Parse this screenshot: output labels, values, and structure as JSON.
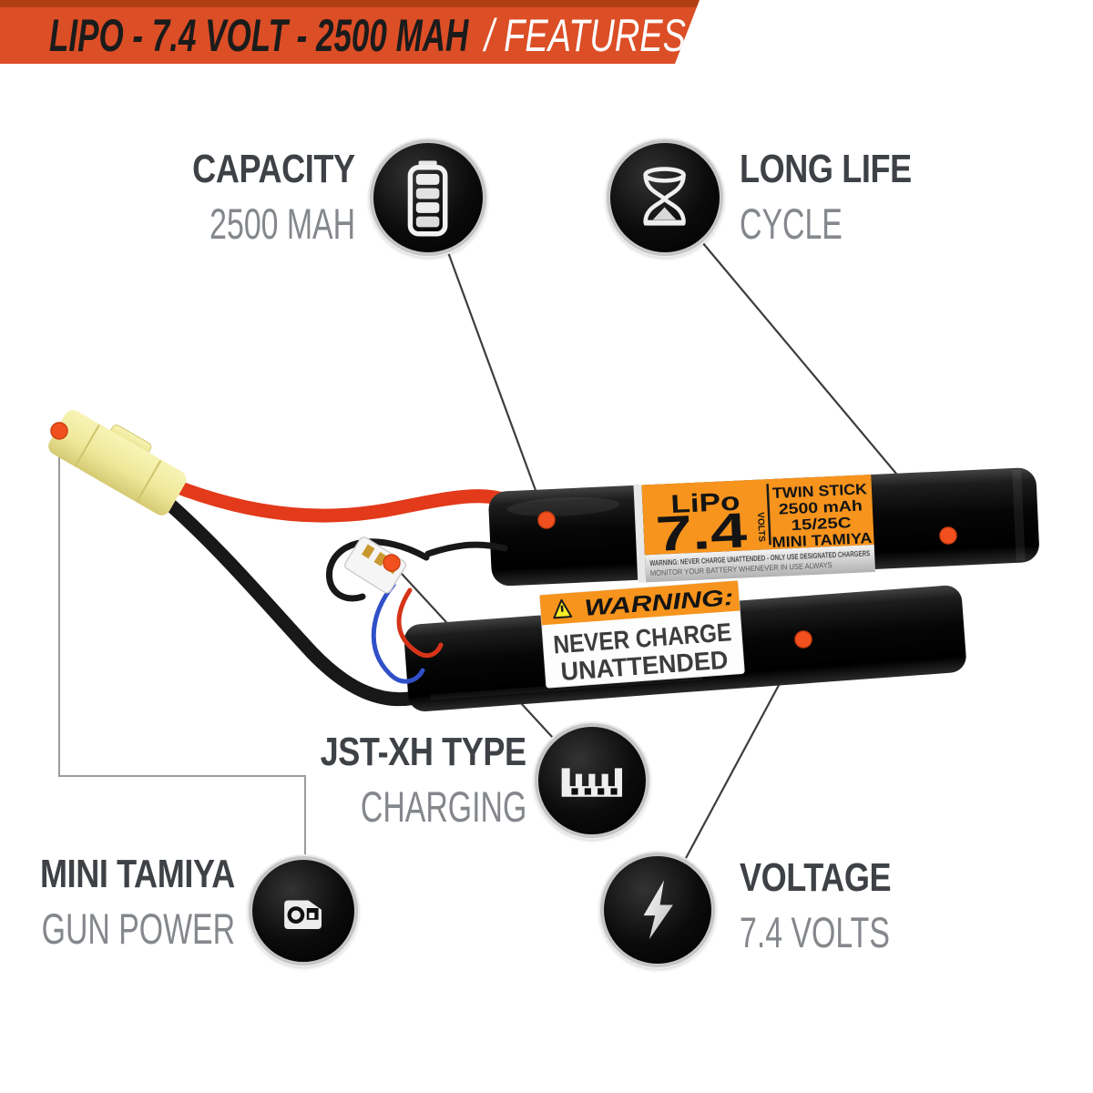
{
  "banner": {
    "title": "LIPO - 7.4 VOLT - 2500 MAH",
    "tag": "/ FEATURES",
    "bg_color": "#dc4e26",
    "top_strip_color": "#b13f16",
    "title_color": "#1b1b1b",
    "tag_color": "#ffffff"
  },
  "features": {
    "capacity": {
      "title": "CAPACITY",
      "subtitle": "2500 MAH",
      "icon": "battery-icon"
    },
    "long_life": {
      "title": "LONG LIFE",
      "subtitle": "CYCLE",
      "icon": "hourglass-icon"
    },
    "jst": {
      "title": "JST-XH TYPE",
      "subtitle": "CHARGING",
      "icon": "jst-connector-icon"
    },
    "mini_tamiya": {
      "title": "MINI TAMIYA",
      "subtitle": "GUN POWER",
      "icon": "tamiya-connector-icon"
    },
    "voltage": {
      "title": "VOLTAGE",
      "subtitle": "7.4 VOLTS",
      "icon": "lightning-bolt-icon"
    }
  },
  "battery": {
    "label": {
      "brand": "LiPo",
      "volts_big": "7.4",
      "volts_side": "VOLTS",
      "spec_rows": [
        "TWIN STICK",
        "2500 mAh",
        "15/25C",
        "MINI TAMIYA"
      ],
      "fine_print_1": "WARNING: NEVER CHARGE UNATTENDED - ONLY USE DESIGNATED CHARGERS",
      "fine_print_2": "MONITOR YOUR BATTERY WHENEVER IN USE ALWAYS",
      "bg_color": "#f7941d"
    },
    "warning_sticker": {
      "header": "WARNING:",
      "line1": "NEVER CHARGE",
      "line2": "UNATTENDED"
    }
  },
  "colors": {
    "callout_dot": "#f2511f",
    "callout_line": "#3d3d3d",
    "elbow_line": "#9c9c9c",
    "title_text": "#3e4145",
    "subtitle_text": "#84878b",
    "label_orange": "#f7941d",
    "wire_red": "#e23a1b",
    "wire_blue": "#3050c8",
    "connector_yellow": "#efe89a"
  }
}
